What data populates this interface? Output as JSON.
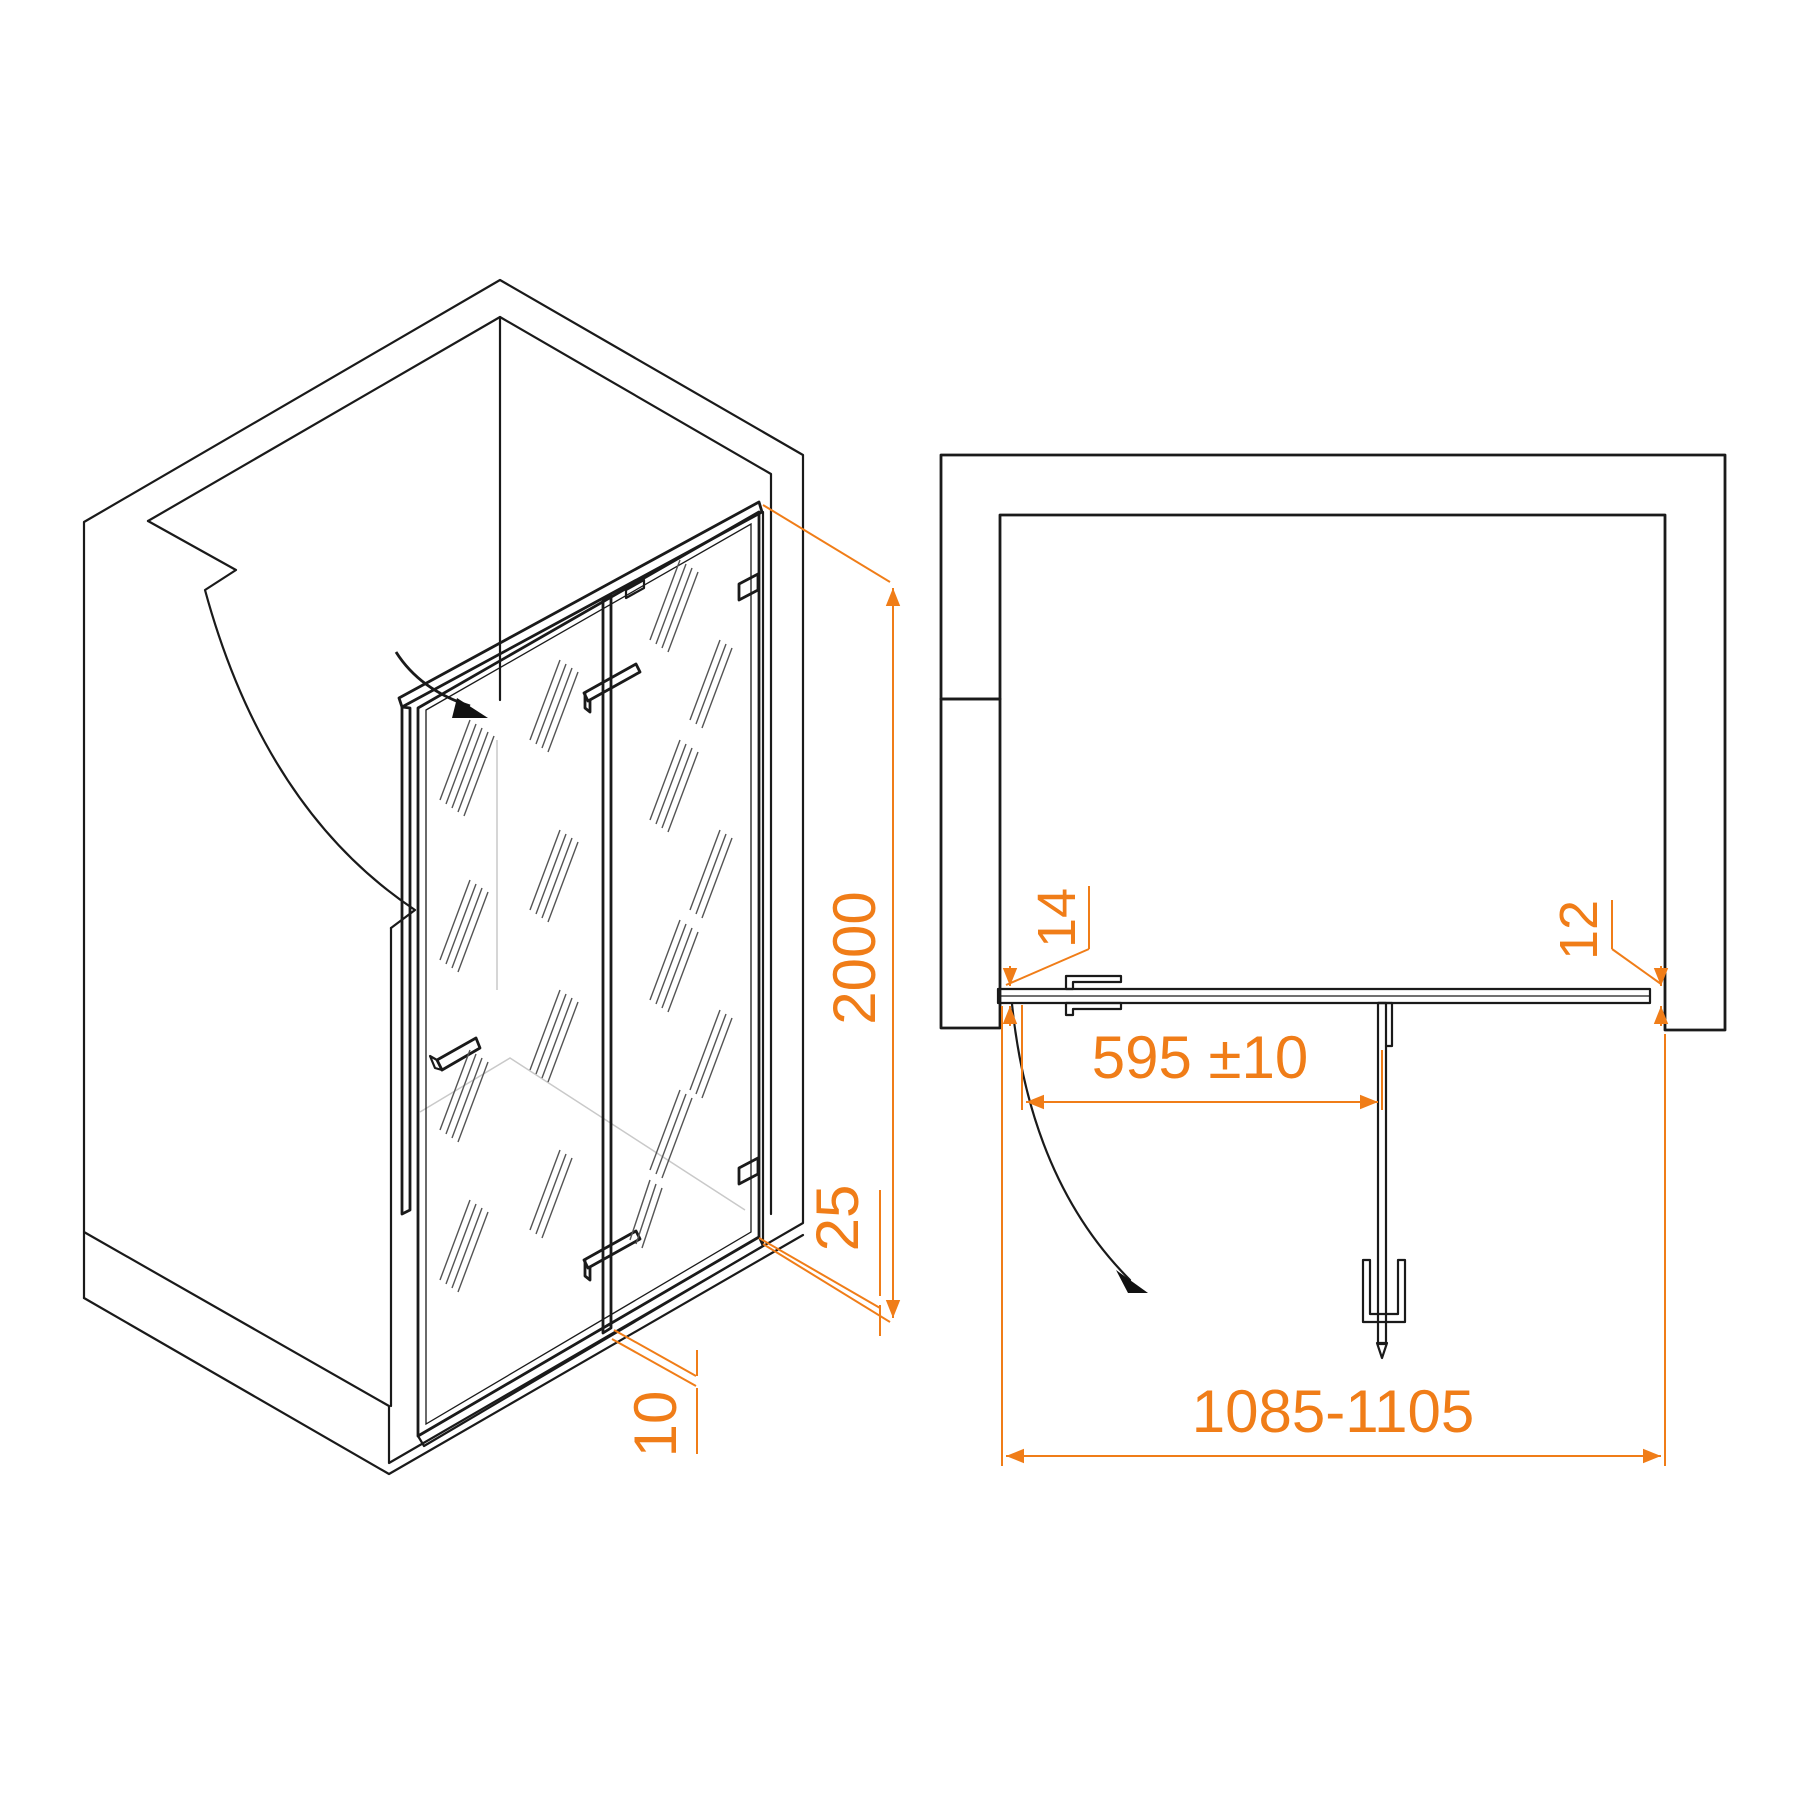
{
  "colors": {
    "line": "#1a1a1a",
    "dimension": "#f07d18",
    "background": "#ffffff"
  },
  "isometric_view": {
    "dimensions": {
      "height": "2000",
      "bottom_gap": "25",
      "threshold": "10"
    }
  },
  "plan_view": {
    "dimensions": {
      "left_gap": "14",
      "right_gap": "12",
      "door_opening": "595 ±10",
      "total_width": "1085-1105"
    }
  }
}
